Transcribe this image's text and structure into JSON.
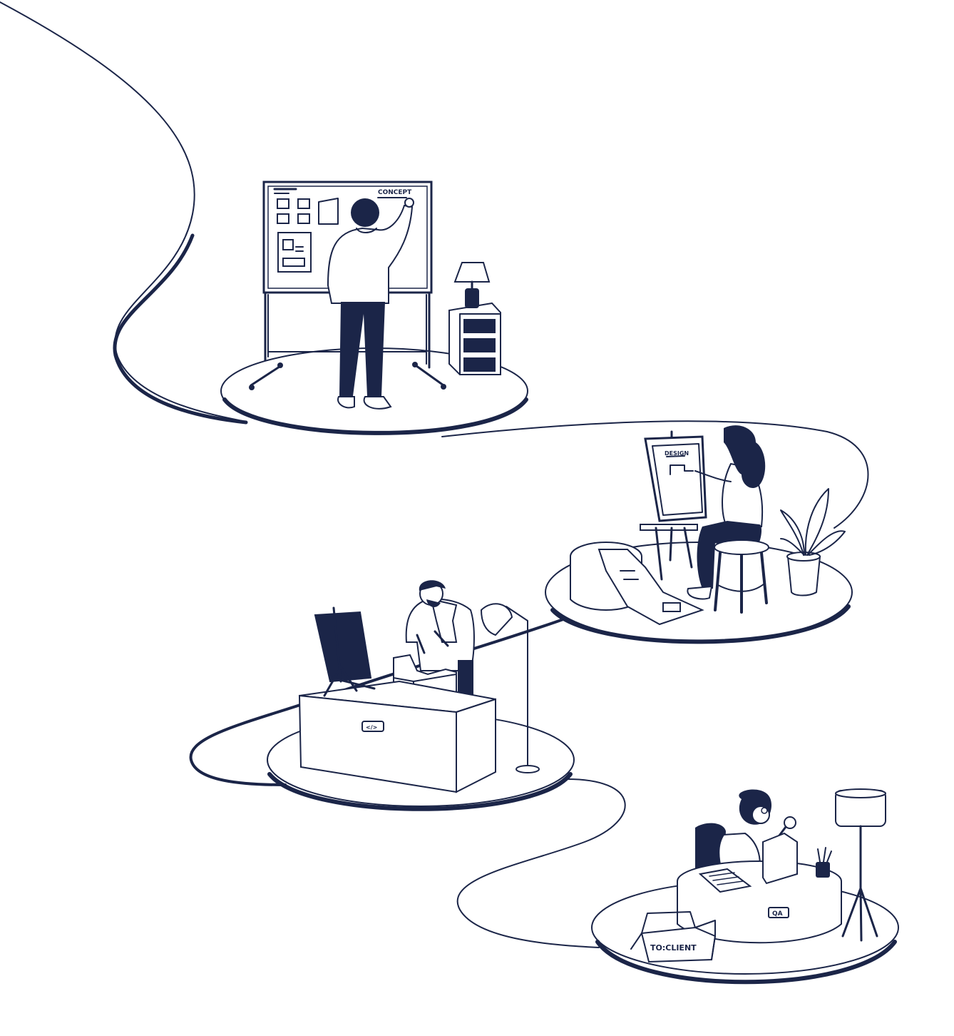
{
  "colors": {
    "ink": "#1b2548",
    "paper": "#ffffff"
  },
  "stages": [
    {
      "label": "CONCEPT"
    },
    {
      "label": "DESIGN"
    },
    {
      "label": "</>"
    },
    {
      "label": "QA"
    },
    {
      "label": "TO:CLIENT"
    }
  ]
}
